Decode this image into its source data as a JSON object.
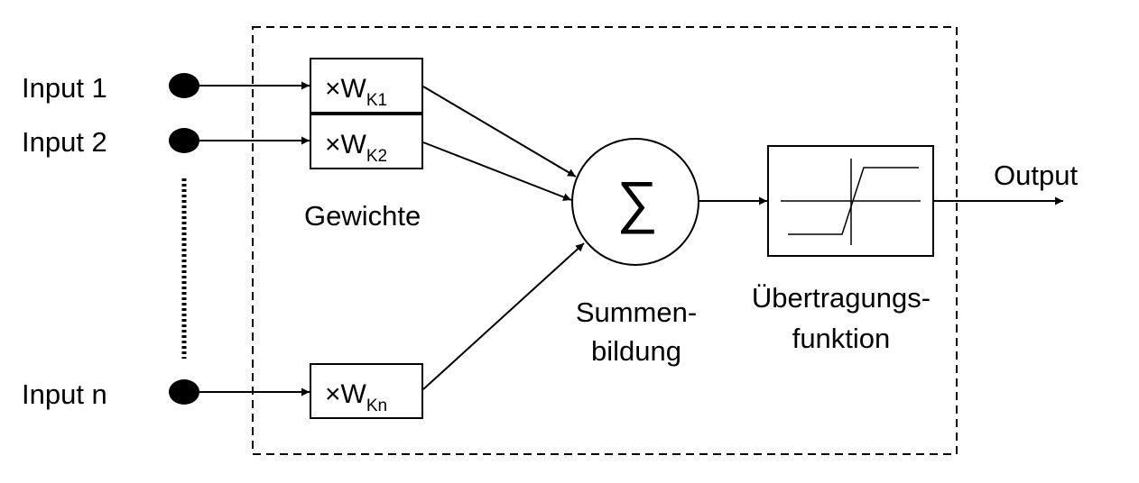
{
  "inputs": [
    {
      "label": "Input 1",
      "weight": "×W",
      "weight_sub": "K1"
    },
    {
      "label": "Input 2",
      "weight": "×W",
      "weight_sub": "K2"
    },
    {
      "label": "Input n",
      "weight": "×W",
      "weight_sub": "Kn"
    }
  ],
  "weights_label": "Gewichte",
  "sum": {
    "symbol": "∑",
    "label_line1": "Summen-",
    "label_line2": "bildung"
  },
  "transfer": {
    "label_line1": "Übertragungs-",
    "label_line2": "funktion"
  },
  "output_label": "Output",
  "colors": {
    "stroke": "#000000",
    "background": "#ffffff"
  }
}
